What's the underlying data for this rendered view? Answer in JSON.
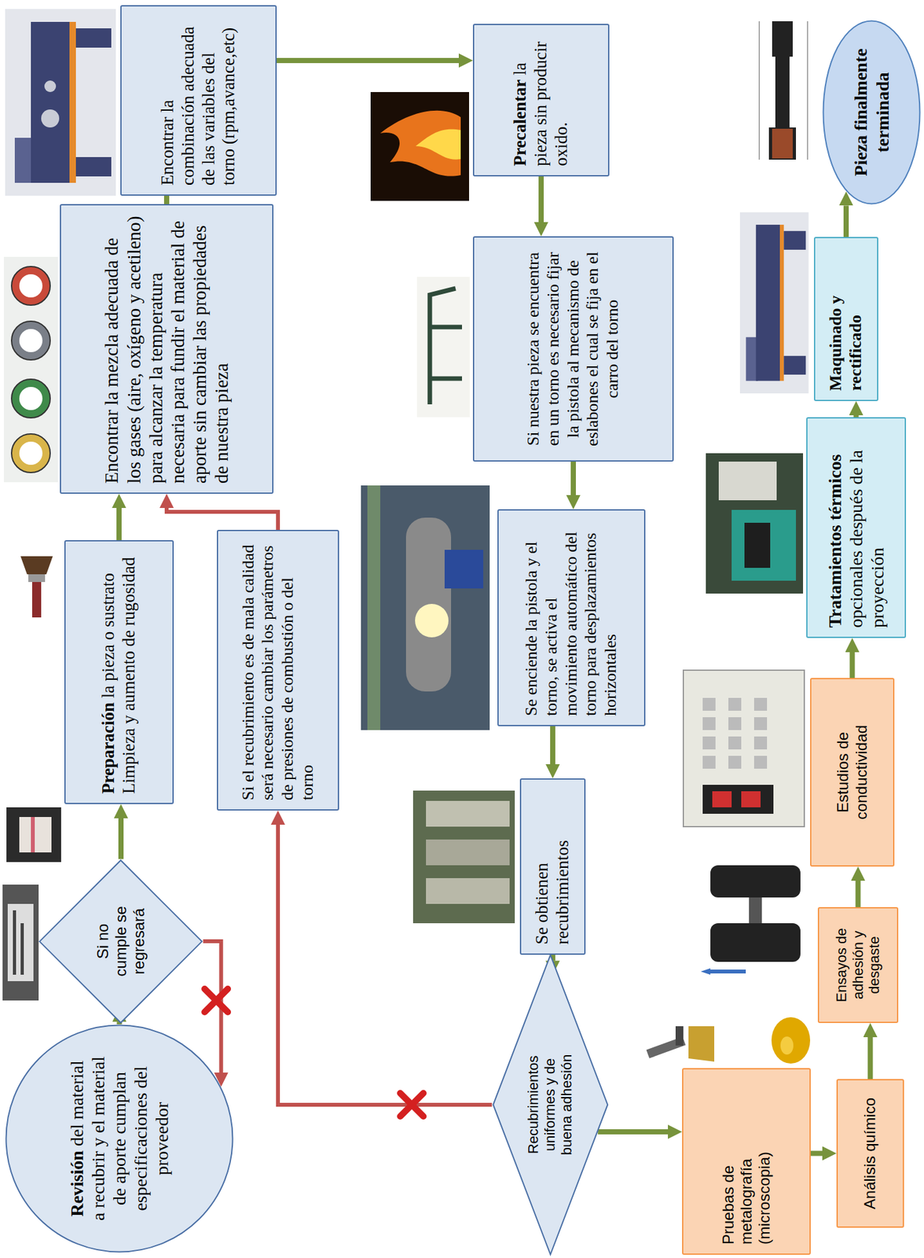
{
  "diagram": {
    "nodes": [
      {
        "text": [
          "Revisión",
          "del material a recubrir y el material de aporte cumplan especificaciones del proveedor"
        ]
      },
      {
        "text": [
          "Si no cumple se regresará"
        ]
      },
      {
        "text": [
          "Preparación",
          "la pieza o sustrato Limpieza y aumento de rugosidad"
        ]
      },
      {
        "text": [
          "Encontrar la mezcla adecuada de los gases (aire, oxígeno y acetileno) para alcanzar la temperatura necesaria para fundir el material de aporte sin cambiar las propiedades de nuestra pieza"
        ]
      },
      {
        "text": [
          "Encontrar la combinación adecuada de las variables del torno (rpm,avance,etc)"
        ]
      },
      {
        "text": [
          "Si el recubrimiento es de mala calidad será necesario cambiar los parámetros de presiones de combustión o del torno"
        ]
      },
      {
        "text": [
          "Precalentar",
          "la pieza sin producir oxido."
        ]
      },
      {
        "text": [
          "Si nuestra pieza se encuentra en un torno es necesario fijar la pistola al mecanismo de eslabones el cual se fija en el carro del torno"
        ]
      },
      {
        "text": [
          "Se enciende la pistola y el torno, se activa el movimiento automático del torno para desplazamientos horizontales"
        ]
      },
      {
        "text": [
          "Se obtienen recubrimientos"
        ]
      },
      {
        "text": [
          "Recubrimientos uniformes y de buena adhesión"
        ]
      },
      {
        "text": [
          "Pruebas de metalografía (microscopia)"
        ]
      },
      {
        "text": [
          "Análisis químico"
        ]
      },
      {
        "text": [
          "Ensayos de adhesión y desgaste"
        ]
      },
      {
        "text": [
          "Estudios de conductividad"
        ]
      },
      {
        "text": [
          "Tratamientos térmicos",
          "opcionales después de la proyección"
        ]
      },
      {
        "text": [
          "Maquinado y rectificado"
        ]
      },
      {
        "text": [
          "Pieza finalmente terminada"
        ]
      }
    ],
    "edges": [
      {
        "from": 0,
        "to": 1,
        "arrow": "to"
      },
      {
        "from": 1,
        "to": 0,
        "arrow": "to"
      },
      {
        "from": 1,
        "to": 2,
        "arrow": "to"
      },
      {
        "from": 2,
        "to": 3,
        "arrow": "to"
      },
      {
        "from": 3,
        "to": 4,
        "arrow": "to"
      },
      {
        "from": 5,
        "to": 3,
        "arrow": "to"
      },
      {
        "from": 4,
        "to": 6,
        "arrow": "to"
      },
      {
        "from": 6,
        "to": 7,
        "arrow": "to"
      },
      {
        "from": 7,
        "to": 8,
        "arrow": "to"
      },
      {
        "from": 8,
        "to": 9,
        "arrow": "to"
      },
      {
        "from": 9,
        "to": 10,
        "arrow": "to"
      },
      {
        "from": 10,
        "to": 5,
        "arrow": "to"
      },
      {
        "from": 10,
        "to": 11,
        "arrow": "to"
      },
      {
        "from": 11,
        "to": 12,
        "arrow": "to"
      },
      {
        "from": 12,
        "to": 13,
        "arrow": "to"
      },
      {
        "from": 13,
        "to": 14,
        "arrow": "to"
      },
      {
        "from": 14,
        "to": 15,
        "arrow": "to"
      },
      {
        "from": 15,
        "to": 16,
        "arrow": "to"
      },
      {
        "from": 16,
        "to": 17,
        "arrow": "to"
      }
    ]
  }
}
